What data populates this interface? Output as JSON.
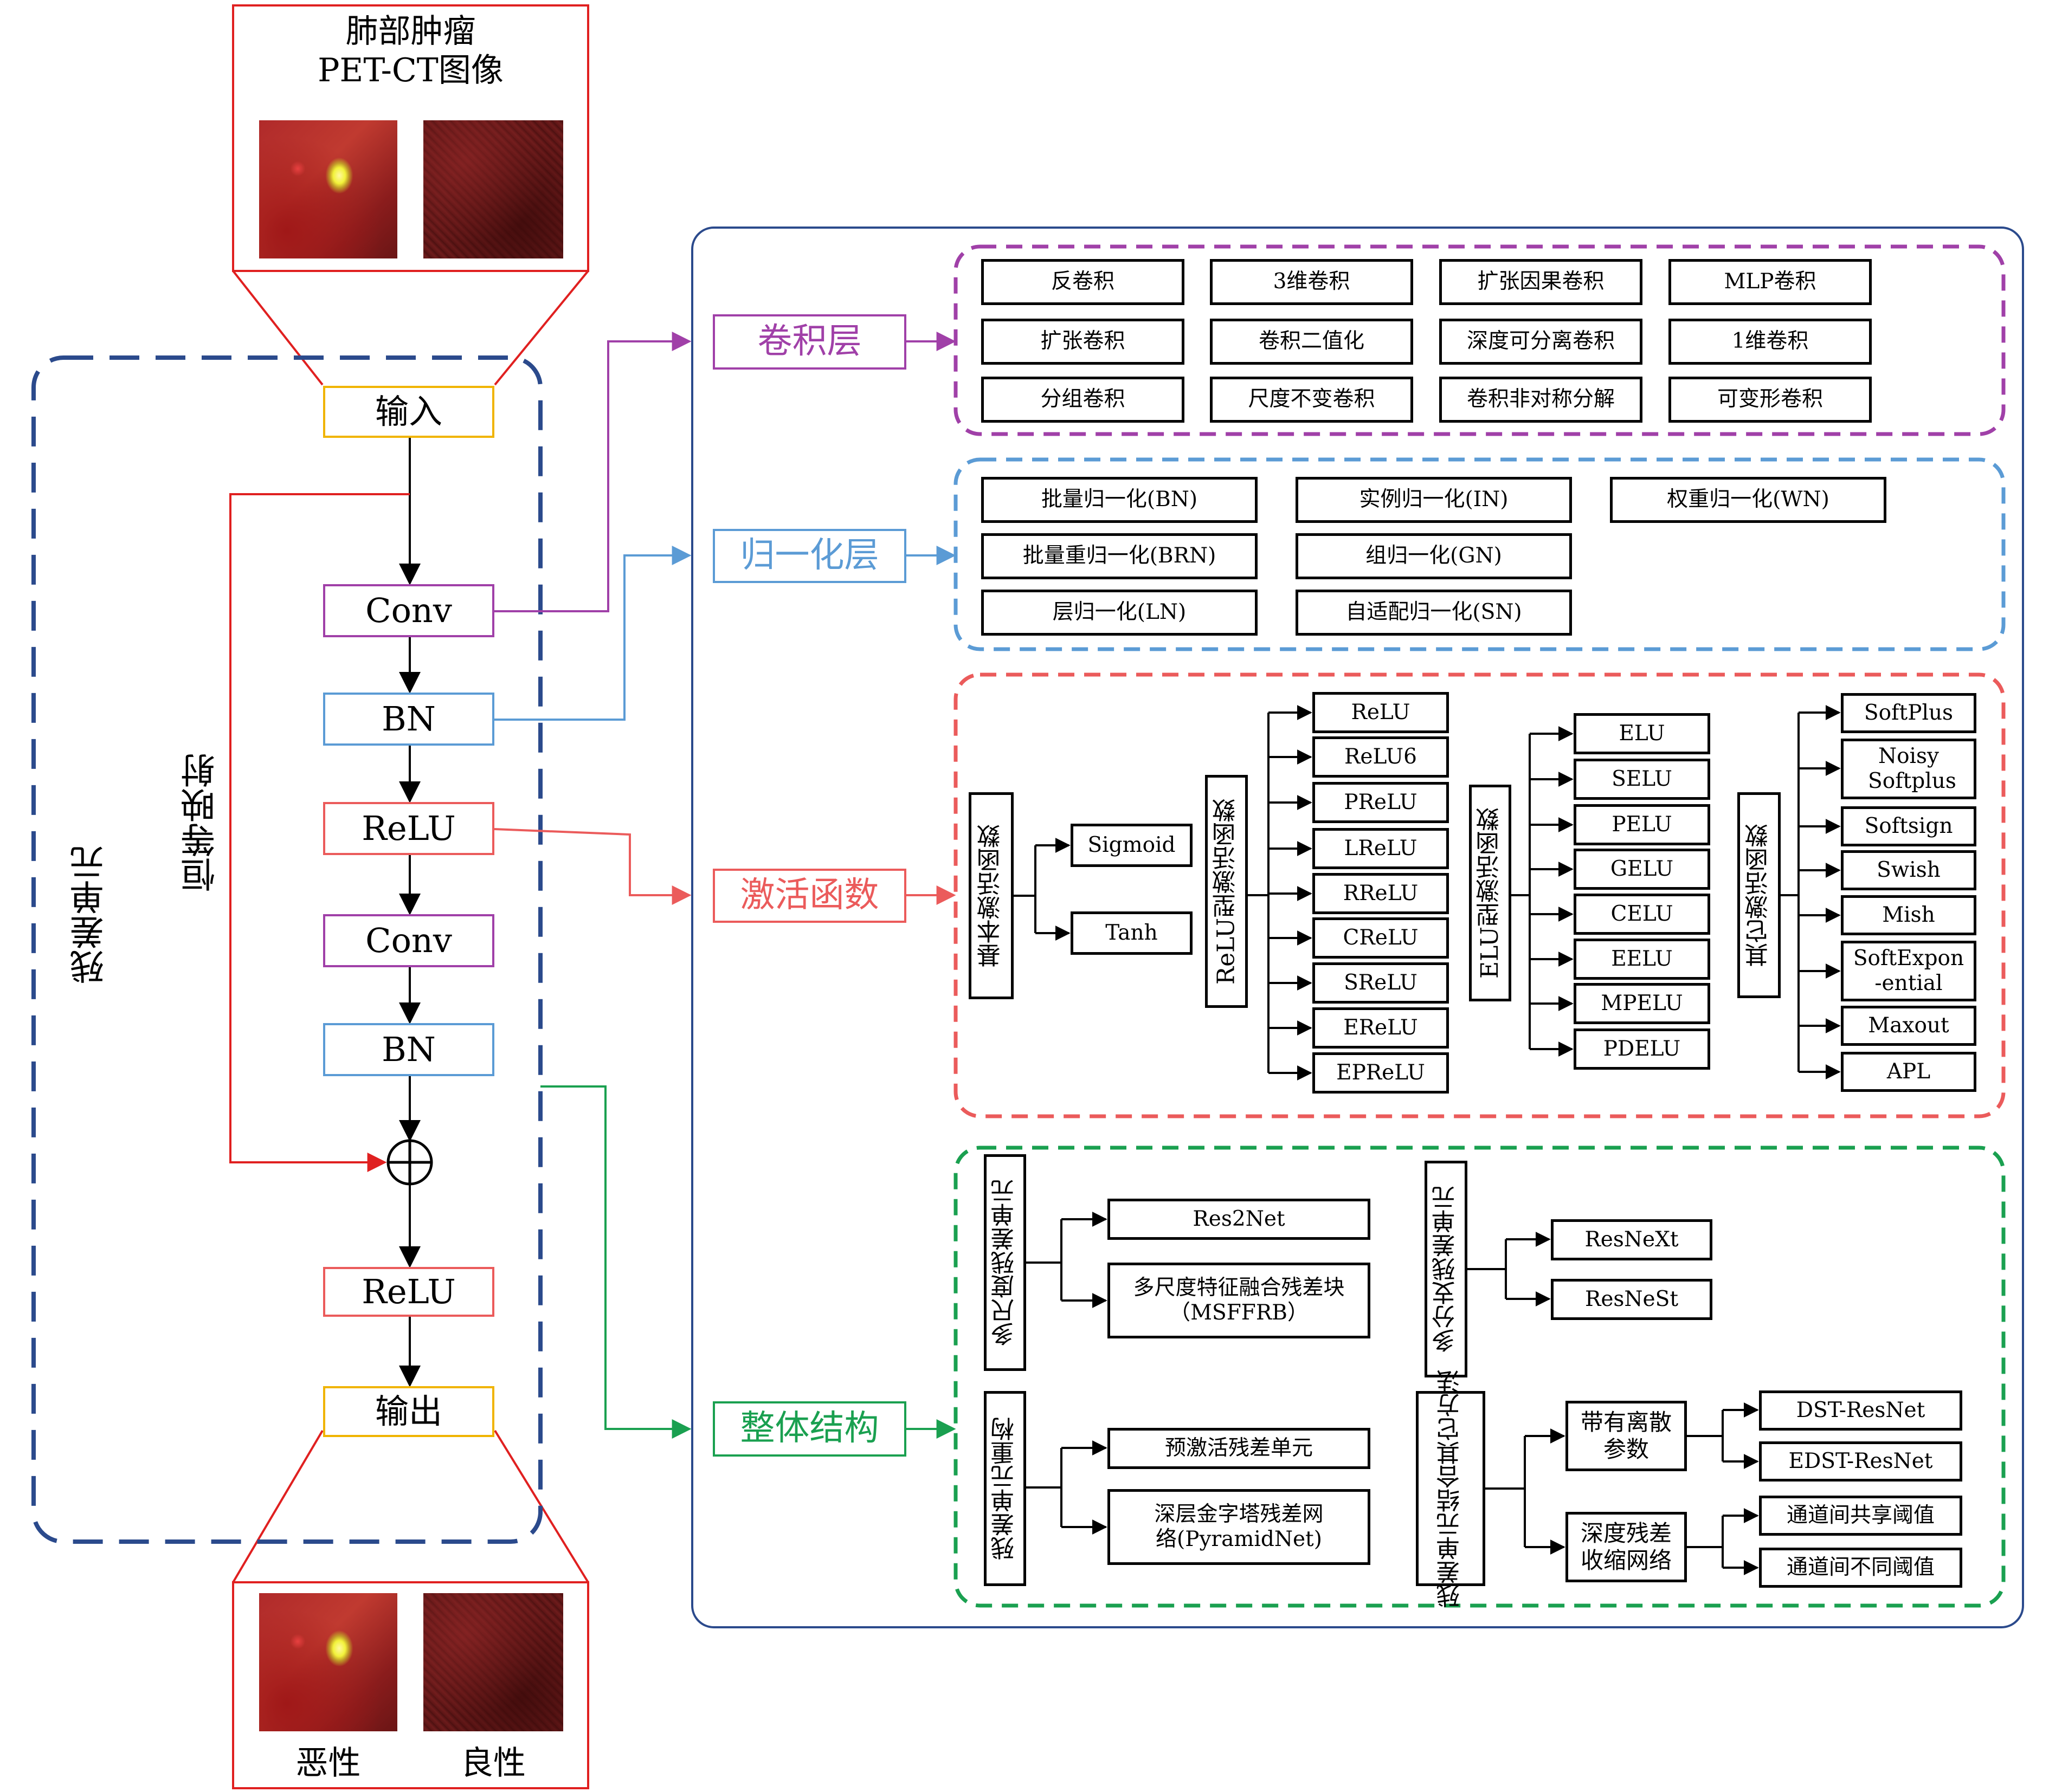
{
  "top_panel": {
    "title_line1": "肺部肿瘤",
    "title_line2": "PET-CT图像"
  },
  "bottom_panel": {
    "malignant": "恶性",
    "benign": "良性"
  },
  "residual_unit": {
    "label": "残差单元",
    "identity_label": "恒等映射",
    "nodes": {
      "input": "输入",
      "conv1": "Conv",
      "bn1": "BN",
      "relu1": "ReLU",
      "conv2": "Conv",
      "bn2": "BN",
      "relu2": "ReLU",
      "output": "输出"
    }
  },
  "categories": {
    "conv": "卷积层",
    "norm": "归一化层",
    "act": "激活函数",
    "struct": "整体结构"
  },
  "conv_layers": [
    "反卷积",
    "3维卷积",
    "扩张因果卷积",
    "MLP卷积",
    "扩张卷积",
    "卷积二值化",
    "深度可分离卷积",
    "1维卷积",
    "分组卷积",
    "尺度不变卷积",
    "卷积非对称分解",
    "可变形卷积"
  ],
  "norm_layers": [
    "批量归一化(BN)",
    "实例归一化(IN)",
    "权重归一化(WN)",
    "批量重归一化(BRN)",
    "组归一化(GN)",
    "层归一化(LN)",
    "自适配归一化(SN)"
  ],
  "activations": {
    "basic": {
      "title": "基本激活函数",
      "items": [
        "Sigmoid",
        "Tanh"
      ]
    },
    "relu": {
      "title": "ReLU型激活函数",
      "items": [
        "ReLU",
        "ReLU6",
        "PReLU",
        "LReLU",
        "RReLU",
        "CReLU",
        "SReLU",
        "EReLU",
        "EPReLU"
      ]
    },
    "elu": {
      "title": "ELU型激活函数",
      "items": [
        "ELU",
        "SELU",
        "PELU",
        "GELU",
        "CELU",
        "EELU",
        "MPELU",
        "PDELU"
      ]
    },
    "other": {
      "title": "其它激活函数",
      "items": [
        "SoftPlus",
        "Noisy Softplus",
        "Softsign",
        "Swish",
        "Mish",
        "SoftExpon -ential",
        "Maxout",
        "APL"
      ]
    }
  },
  "structure": {
    "multiscale": {
      "title": "多尺度残差单元",
      "items": [
        "Res2Net",
        "多尺度特征融合残差块（MSFFRB）"
      ]
    },
    "multibranch": {
      "title": "多分支残差单元",
      "items": [
        "ResNeXt",
        "ResNeSt"
      ]
    },
    "reconstruct": {
      "title": "残差单元重构",
      "items": [
        "预激活残差单元",
        "深层金字塔残差网络(PyramidNet)"
      ]
    },
    "combine": {
      "title_line1": "残差单元",
      "title_line2": "结合其它方法",
      "discrete": {
        "title": "带有离散参数",
        "items": [
          "DST-ResNet",
          "EDST-ResNet"
        ]
      },
      "shrinkage": {
        "title": "深度残差收缩网络",
        "items": [
          "通道间共享阈值",
          "通道间不同阈值"
        ]
      }
    }
  },
  "colors": {
    "conv": "#a040a8",
    "norm": "#5b9bd5",
    "act": "#eb5b5b",
    "struct": "#1aa050",
    "io": "#f0b400",
    "frame": "#2b4a8c",
    "red": "#e02020"
  }
}
